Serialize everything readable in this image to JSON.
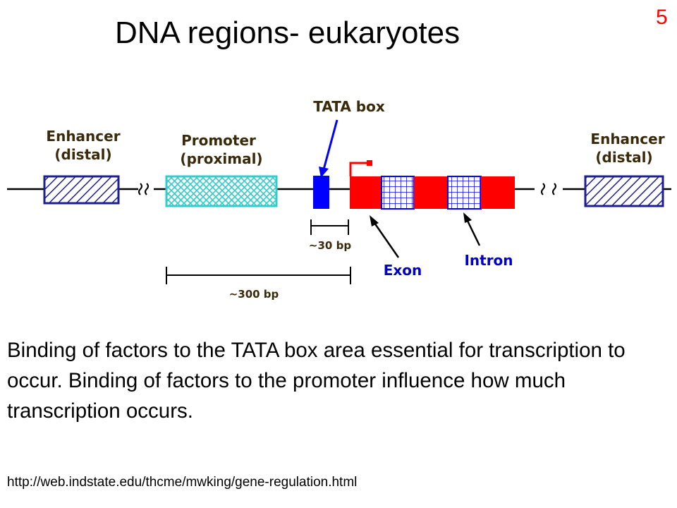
{
  "slide": {
    "title": "DNA regions- eukaryotes",
    "number": "5"
  },
  "diagram": {
    "enhancer_left": {
      "line1": "Enhancer",
      "line2": "(distal)"
    },
    "promoter": {
      "line1": "Promoter",
      "line2": "(proximal)"
    },
    "tata_box": "TATA box",
    "enhancer_right": {
      "line1": "Enhancer",
      "line2": "(distal)"
    },
    "scale_30bp": "~30 bp",
    "scale_300bp": "~300 bp",
    "exon": "Exon",
    "intron": "Intron",
    "colors": {
      "enhancer": "#1e1e90",
      "promoter": "#33cccc",
      "tata": "#0000ff",
      "exon": "#ff0000",
      "label": "#3a2a0a"
    }
  },
  "body": {
    "text": "Binding of factors to the TATA box area essential for transcription to occur. Binding of factors to the promoter influence how much transcription occurs."
  },
  "source": {
    "url": "http://web.indstate.edu/thcme/mwking/gene-regulation.html"
  }
}
